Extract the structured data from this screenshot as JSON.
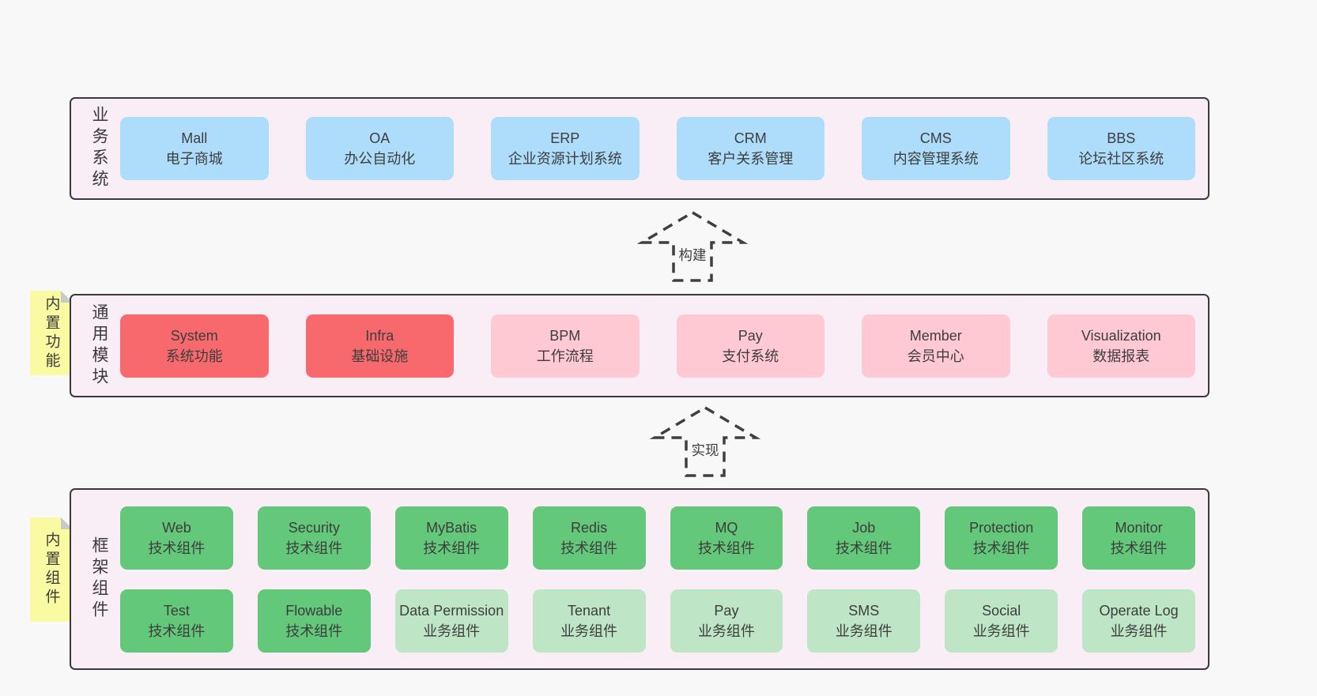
{
  "colors": {
    "blue": "#aeddfb",
    "red": "#f7696c",
    "pink": "#ffc9d4",
    "green": "#63c87a",
    "lightgreen": "#bee6c6",
    "container_bg": "#f9edf6",
    "page_bg": "#f8f8f8",
    "note_bg": "#fafaa2",
    "note_fold": "#c9c9c9",
    "border": "#3a3a3a",
    "text": "#3d3d3d"
  },
  "arrows": [
    {
      "label": "构建"
    },
    {
      "label": "实现"
    }
  ],
  "layers": [
    {
      "label": "业务系统",
      "boxes": [
        {
          "name": "Mall",
          "desc": "电子商城",
          "type": "blue"
        },
        {
          "name": "OA",
          "desc": "办公自动化",
          "type": "blue"
        },
        {
          "name": "ERP",
          "desc": "企业资源计划系统",
          "type": "blue"
        },
        {
          "name": "CRM",
          "desc": "客户关系管理",
          "type": "blue"
        },
        {
          "name": "CMS",
          "desc": "内容管理系统",
          "type": "blue"
        },
        {
          "name": "BBS",
          "desc": "论坛社区系统",
          "type": "blue"
        }
      ]
    },
    {
      "label": "通用模块",
      "note": "内置功能",
      "boxes": [
        {
          "name": "System",
          "desc": "系统功能",
          "type": "red"
        },
        {
          "name": "Infra",
          "desc": "基础设施",
          "type": "red"
        },
        {
          "name": "BPM",
          "desc": "工作流程",
          "type": "pink"
        },
        {
          "name": "Pay",
          "desc": "支付系统",
          "type": "pink"
        },
        {
          "name": "Member",
          "desc": "会员中心",
          "type": "pink"
        },
        {
          "name": "Visualization",
          "desc": "数据报表",
          "type": "pink"
        }
      ]
    },
    {
      "label": "框架组件",
      "note": "内置组件",
      "rows": [
        [
          {
            "name": "Web",
            "desc": "技术组件",
            "type": "green"
          },
          {
            "name": "Security",
            "desc": "技术组件",
            "type": "green"
          },
          {
            "name": "MyBatis",
            "desc": "技术组件",
            "type": "green"
          },
          {
            "name": "Redis",
            "desc": "技术组件",
            "type": "green"
          },
          {
            "name": "MQ",
            "desc": "技术组件",
            "type": "green"
          },
          {
            "name": "Job",
            "desc": "技术组件",
            "type": "green"
          },
          {
            "name": "Protection",
            "desc": "技术组件",
            "type": "green"
          },
          {
            "name": "Monitor",
            "desc": "技术组件",
            "type": "green"
          }
        ],
        [
          {
            "name": "Test",
            "desc": "技术组件",
            "type": "green"
          },
          {
            "name": "Flowable",
            "desc": "技术组件",
            "type": "green"
          },
          {
            "name": "Data Permission",
            "desc": "业务组件",
            "type": "lightgreen"
          },
          {
            "name": "Tenant",
            "desc": "业务组件",
            "type": "lightgreen"
          },
          {
            "name": "Pay",
            "desc": "业务组件",
            "type": "lightgreen"
          },
          {
            "name": "SMS",
            "desc": "业务组件",
            "type": "lightgreen"
          },
          {
            "name": "Social",
            "desc": "业务组件",
            "type": "lightgreen"
          },
          {
            "name": "Operate Log",
            "desc": "业务组件",
            "type": "lightgreen"
          }
        ]
      ]
    }
  ]
}
